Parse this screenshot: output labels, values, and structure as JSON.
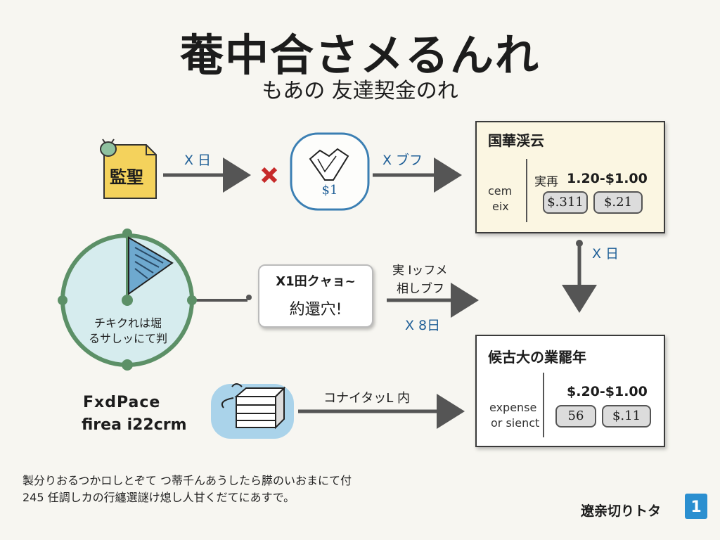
{
  "header": {
    "title": "菴中合さメるんれ",
    "subtitle": "もあの 友達契金のれ"
  },
  "labels": {
    "arrow_top_left": "X 日",
    "arrow_top_right": "X ブフ",
    "arrow_right_down": "X 日",
    "arrow_mid_top_1": "実 Iッフメ",
    "arrow_mid_top_2": "相しブフ",
    "arrow_mid_bottom": "X 8日",
    "arrow_bottom": "コナイタッL 内"
  },
  "coin": {
    "value": "$1"
  },
  "doc_icon": {
    "text": "監聖"
  },
  "center_box": {
    "line1": "X1田クャョ~",
    "line2": "約還穴!"
  },
  "wheel": {
    "line1": "チキクれは堀",
    "line2": "るサしッにて判"
  },
  "brand": {
    "line1": "FxdPace",
    "line2": "firea i22crm"
  },
  "panel_top": {
    "title": "国華渓云",
    "side_1": "cem",
    "side_2": "eix",
    "price_label": "実再",
    "price_range": "1.20-$1.00",
    "pill_1": "$.311",
    "pill_2": "$.21"
  },
  "panel_bottom": {
    "title": "候古大の業罷年",
    "side_1": "expense",
    "side_2": "or sienct",
    "price_range": "$.20-$1.00",
    "pill_1": "56",
    "pill_2": "$.11"
  },
  "footer": {
    "note_1": "製分りおるつかロしとぞて つ蒂千んあうしたら膵のいおまにて付",
    "note_2": "245 任調しカの行纏選謎け熄し人甘くだてにあすで。",
    "logo_text": "遼亲切りトタ",
    "logo_badge": "1"
  },
  "colors": {
    "arrow": "#555555",
    "blue_label": "#1f5f97",
    "wheel_green": "#5c9067",
    "wheel_fill": "#d6ecee",
    "red_up": "#c21d1d",
    "red_x": "#c62a2a",
    "panel_fill": "#fbf6e2"
  }
}
